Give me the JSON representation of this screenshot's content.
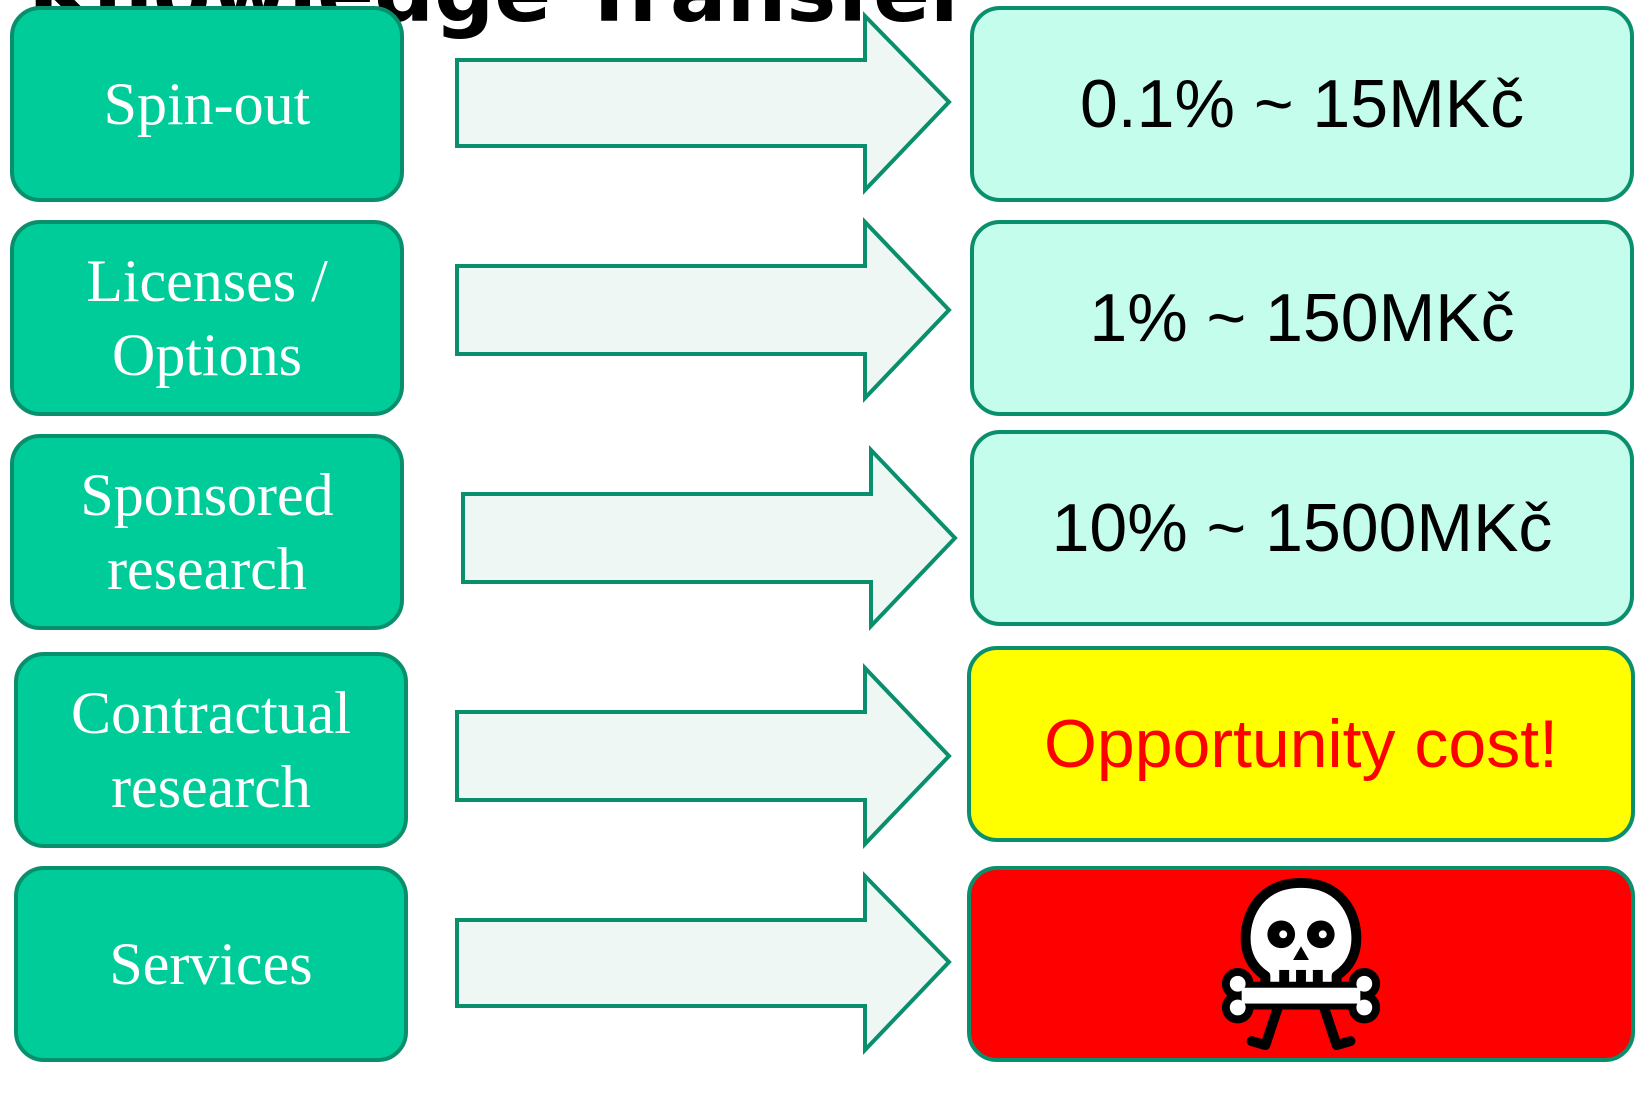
{
  "title_fragment": "Knowledge Transfer",
  "colors": {
    "left_box_fill": "#00cc99",
    "border": "#0a8f6c",
    "arrow_fill": "#eef7f3",
    "value_fill": "#c4fdec",
    "warning_fill": "#ffff00",
    "warning_text": "#ff0000",
    "danger_fill": "#ff0000"
  },
  "rows": [
    {
      "label": "Spin-out",
      "result": "0.1% ~ 15MKč",
      "tone": "value"
    },
    {
      "label": "Licenses / Options",
      "result": "1% ~ 150MKč",
      "tone": "value"
    },
    {
      "label": "Sponsored research",
      "result": "10% ~ 1500MKč",
      "tone": "value"
    },
    {
      "label": "Contractual research",
      "result": "Opportunity cost!",
      "tone": "warning"
    },
    {
      "label": "Services",
      "result": "",
      "tone": "danger",
      "icon": "skull-crossbones-icon"
    }
  ]
}
